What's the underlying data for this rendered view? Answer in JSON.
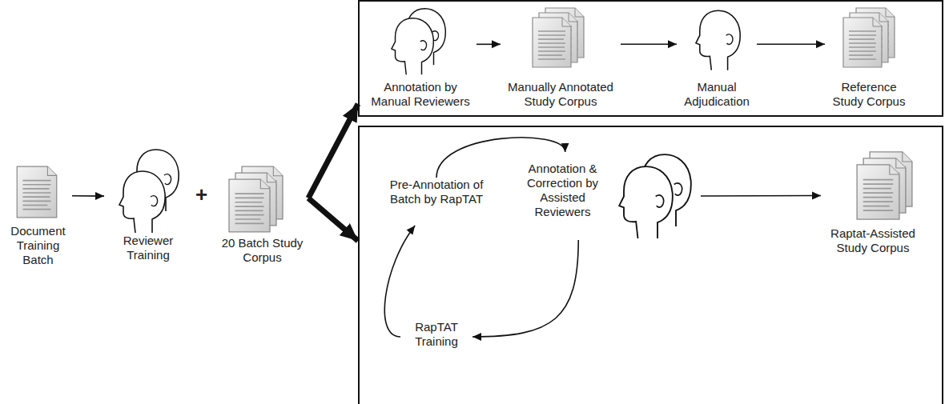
{
  "diagram": {
    "nodes": [
      {
        "text": [
          "Document Training Batch"
        ]
      },
      {
        "text": [
          "Reviewer Training"
        ]
      },
      {
        "text": [
          "20 Batch Study Corpus"
        ]
      },
      {
        "text": []
      },
      {
        "text": [
          "Annotation by Manual Reviewers"
        ],
        "in": 3
      },
      {
        "text": [
          "Manually Annotated Study Corpus"
        ],
        "in": 3
      },
      {
        "text": [
          "Manual Adjudication"
        ],
        "in": 3
      },
      {
        "text": [
          "Reference Study Corpus"
        ],
        "in": 3
      },
      {
        "text": []
      },
      {
        "text": [
          "Pre-Annotation of Batch by RapTAT"
        ],
        "in": 8
      },
      {
        "text": [
          "Annotation & Correction by Assisted Reviewers"
        ],
        "in": 8
      },
      {
        "text": [
          "RapTAT Training"
        ],
        "in": 8
      },
      {
        "text": [
          "Raptat-Assisted Study Corpus"
        ],
        "in": 8
      }
    ],
    "edges": [
      {
        "from": 0,
        "to": 1,
        "arrow": "to"
      },
      {
        "from": 2,
        "to": 3,
        "arrow": "to"
      },
      {
        "from": 2,
        "to": 8,
        "arrow": "to"
      },
      {
        "from": 4,
        "to": 5,
        "arrow": "to"
      },
      {
        "from": 5,
        "to": 6,
        "arrow": "to"
      },
      {
        "from": 6,
        "to": 7,
        "arrow": "to"
      },
      {
        "from": 9,
        "to": 10,
        "arrow": "to"
      },
      {
        "from": 10,
        "to": 11,
        "arrow": "to"
      },
      {
        "from": 11,
        "to": 9,
        "arrow": "to"
      },
      {
        "from": 10,
        "to": 12,
        "arrow": "to"
      }
    ],
    "labels": [
      "+"
    ]
  }
}
